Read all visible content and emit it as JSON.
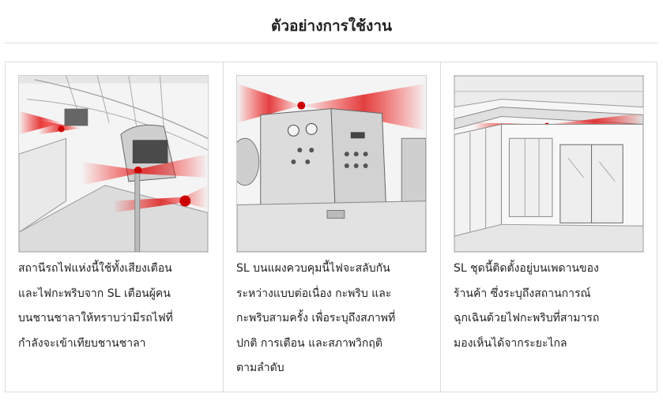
{
  "page": {
    "title": "ตัวอย่างการใช้งาน"
  },
  "cards": [
    {
      "illustration_icon": "train-platform-illustration",
      "text": "สถานีรถไฟแห่งนี้ใช้ทั้งเสียงเตือน\nและไฟกะพริบจาก SL เตือนผู้คน\nบนชานชาลาให้ทราบว่ามีรถไฟที่\nกำลังจะเข้าเทียบชานชาลา"
    },
    {
      "illustration_icon": "control-panel-illustration",
      "text": "SL บนแผงควบคุมนี้ไฟจะสลับกัน\nระหว่างแบบต่อเนื่อง กะพริบ และ\nกะพริบสามครั้ง เพื่อระบุถึงสภาพที่\nปกติ การเตือน และสภาพวิกฤติ\nตามลำดับ"
    },
    {
      "illustration_icon": "storefront-illustration",
      "text": "SL ชุดนี้ติดตั้งอยู่บนเพดานของ\nร้านค้า ซึ่งระบุถึงสถานการณ์\nฉุกเฉินด้วยไฟกะพริบที่สามารถ\nมองเห็นได้จากระยะไกล"
    }
  ],
  "colors": {
    "beam": "#e02020",
    "lamp": "#cc0000",
    "line": "#9a9a9a"
  }
}
